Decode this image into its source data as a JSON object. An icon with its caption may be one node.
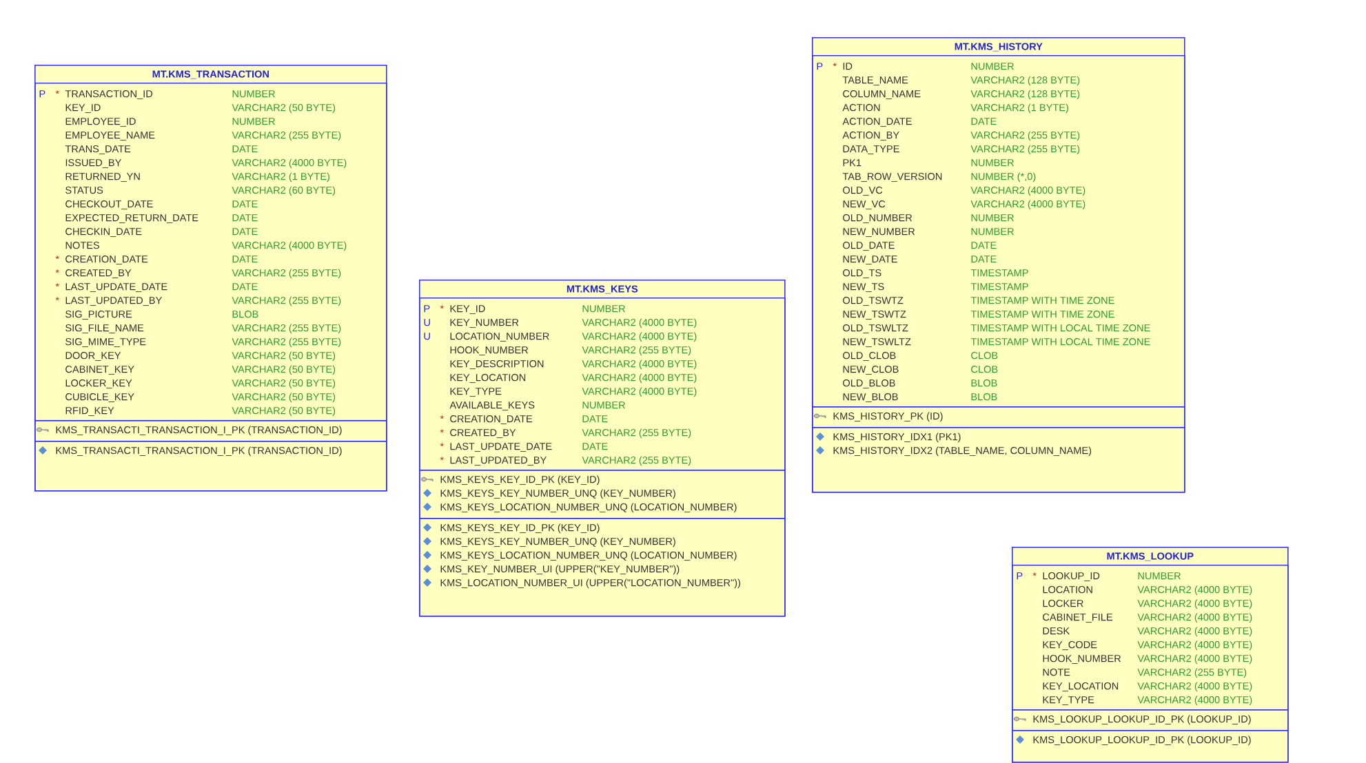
{
  "diagram": {
    "nodes": [
      {
        "text": [
          "MT.KMS_TRANSACTION"
        ]
      },
      {
        "text": [],
        "shape": "box",
        "in": 0
      },
      {
        "text": [
          "*",
          "TRANSACTION_ID",
          "NUMBER"
        ],
        "beside": [
          "P"
        ],
        "in": 1
      },
      {
        "text": [
          "KEY_ID",
          "VARCHAR2 (50 BYTE)"
        ],
        "in": 1
      },
      {
        "text": [
          "EMPLOYEE_ID",
          "NUMBER"
        ],
        "in": 1
      },
      {
        "text": [
          "EMPLOYEE_NAME",
          "VARCHAR2 (255 BYTE)"
        ],
        "in": 1
      },
      {
        "text": [
          "TRANS_DATE",
          "DATE"
        ],
        "in": 1
      },
      {
        "text": [
          "ISSUED_BY",
          "VARCHAR2 (4000 BYTE)"
        ],
        "in": 1
      },
      {
        "text": [
          "RETURNED_YN",
          "VARCHAR2 (1 BYTE)"
        ],
        "in": 1
      },
      {
        "text": [
          "STATUS",
          "VARCHAR2 (60 BYTE)"
        ],
        "in": 1
      },
      {
        "text": [
          "CHECKOUT_DATE",
          "DATE"
        ],
        "in": 1
      },
      {
        "text": [
          "EXPECTED_RETURN_DATE",
          "DATE"
        ],
        "in": 1
      },
      {
        "text": [
          "CHECKIN_DATE",
          "DATE"
        ],
        "in": 1
      },
      {
        "text": [
          "NOTES",
          "VARCHAR2 (4000 BYTE)"
        ],
        "in": 1
      },
      {
        "text": [
          "*",
          "CREATION_DATE",
          "DATE"
        ],
        "in": 1
      },
      {
        "text": [
          "*",
          "CREATED_BY",
          "VARCHAR2 (255 BYTE)"
        ],
        "in": 1
      },
      {
        "text": [
          "*",
          "LAST_UPDATE_DATE",
          "DATE"
        ],
        "in": 1
      },
      {
        "text": [
          "*",
          "LAST_UPDATED_BY",
          "VARCHAR2 (255 BYTE)"
        ],
        "in": 1
      },
      {
        "text": [
          "SIG_PICTURE",
          "BLOB"
        ],
        "in": 1
      },
      {
        "text": [
          "SIG_FILE_NAME",
          "VARCHAR2 (255 BYTE)"
        ],
        "in": 1
      },
      {
        "text": [
          "SIG_MIME_TYPE",
          "VARCHAR2 (255 BYTE)"
        ],
        "in": 1
      },
      {
        "text": [
          "DOOR_KEY",
          "VARCHAR2 (50 BYTE)"
        ],
        "in": 1
      },
      {
        "text": [
          "CABINET_KEY",
          "VARCHAR2 (50 BYTE)"
        ],
        "in": 1
      },
      {
        "text": [
          "LOCKER_KEY",
          "VARCHAR2 (50 BYTE)"
        ],
        "in": 1
      },
      {
        "text": [
          "CUBICLE_KEY",
          "VARCHAR2 (50 BYTE)"
        ],
        "in": 1
      },
      {
        "text": [
          "RFID_KEY",
          "VARCHAR2 (50 BYTE)"
        ],
        "in": 1
      },
      {
        "text": [],
        "shape": "box",
        "in": 0
      },
      {
        "text": [
          "KMS_TRANSACTI_TRANSACTION_I_PK (TRANSACTION_ID)"
        ],
        "in": 26
      },
      {
        "text": [],
        "shape": "box",
        "in": 0
      },
      {
        "text": [
          "KMS_TRANSACTI_TRANSACTION_I_PK (TRANSACTION_ID)"
        ],
        "in": 28
      },
      {
        "text": [
          "MT.KMS_KEYS"
        ]
      },
      {
        "text": [],
        "shape": "box",
        "in": 30
      },
      {
        "text": [
          "*",
          "KEY_ID",
          "NUMBER"
        ],
        "beside": [
          "P"
        ],
        "in": 31
      },
      {
        "text": [
          "KEY_NUMBER",
          "VARCHAR2 (4000 BYTE)"
        ],
        "beside": [
          "U"
        ],
        "in": 31
      },
      {
        "text": [
          "LOCATION_NUMBER",
          "VARCHAR2 (4000 BYTE)"
        ],
        "beside": [
          "U"
        ],
        "in": 31
      },
      {
        "text": [
          "HOOK_NUMBER",
          "VARCHAR2 (255 BYTE)"
        ],
        "in": 31
      },
      {
        "text": [
          "KEY_DESCRIPTION",
          "VARCHAR2 (4000 BYTE)"
        ],
        "in": 31
      },
      {
        "text": [
          "KEY_LOCATION",
          "VARCHAR2 (4000 BYTE)"
        ],
        "in": 31
      },
      {
        "text": [
          "KEY_TYPE",
          "VARCHAR2 (4000 BYTE)"
        ],
        "in": 31
      },
      {
        "text": [
          "AVAILABLE_KEYS",
          "NUMBER"
        ],
        "in": 31
      },
      {
        "text": [
          "*",
          "CREATION_DATE",
          "DATE"
        ],
        "in": 31
      },
      {
        "text": [
          "*",
          "CREATED_BY",
          "VARCHAR2 (255 BYTE)"
        ],
        "in": 31
      },
      {
        "text": [
          "*",
          "LAST_UPDATE_DATE",
          "DATE"
        ],
        "in": 31
      },
      {
        "text": [
          "*",
          "LAST_UPDATED_BY",
          "VARCHAR2 (255 BYTE)"
        ],
        "in": 31
      },
      {
        "text": [],
        "shape": "box",
        "in": 30
      },
      {
        "text": [
          "KMS_KEYS_KEY_ID_PK (KEY_ID)"
        ],
        "in": 44
      },
      {
        "text": [
          "KMS_KEYS_KEY_NUMBER_UNQ (KEY_NUMBER)"
        ],
        "in": 44
      },
      {
        "text": [
          "KMS_KEYS_LOCATION_NUMBER_UNQ (LOCATION_NUMBER)"
        ],
        "in": 44
      },
      {
        "text": [],
        "shape": "box",
        "in": 30
      },
      {
        "text": [
          "KMS_KEYS_KEY_ID_PK (KEY_ID)"
        ],
        "in": 48
      },
      {
        "text": [
          "KMS_KEYS_KEY_NUMBER_UNQ (KEY_NUMBER)"
        ],
        "in": 48
      },
      {
        "text": [
          "KMS_KEYS_LOCATION_NUMBER_UNQ (LOCATION_NUMBER)"
        ],
        "in": 48
      },
      {
        "text": [
          "KMS_KEY_NUMBER_UI (UPPER(\"KEY_NUMBER\"))"
        ],
        "in": 48
      },
      {
        "text": [
          "KMS_LOCATION_NUMBER_UI (UPPER(\"LOCATION_NUMBER\"))"
        ],
        "in": 48
      },
      {
        "text": [
          "MT.KMS_HISTORY"
        ]
      },
      {
        "text": [],
        "shape": "box",
        "in": 54
      },
      {
        "text": [
          "*",
          "ID",
          "NUMBER"
        ],
        "beside": [
          "P"
        ],
        "in": 55
      },
      {
        "text": [
          "TABLE_NAME",
          "VARCHAR2 (128 BYTE)"
        ],
        "in": 55
      },
      {
        "text": [
          "COLUMN_NAME",
          "VARCHAR2 (128 BYTE)"
        ],
        "in": 55
      },
      {
        "text": [
          "ACTION",
          "VARCHAR2 (1 BYTE)"
        ],
        "in": 55
      },
      {
        "text": [
          "ACTION_DATE",
          "DATE"
        ],
        "in": 55
      },
      {
        "text": [
          "ACTION_BY",
          "VARCHAR2 (255 BYTE)"
        ],
        "in": 55
      },
      {
        "text": [
          "DATA_TYPE",
          "VARCHAR2 (255 BYTE)"
        ],
        "in": 55
      },
      {
        "text": [
          "PK1",
          "NUMBER"
        ],
        "in": 55
      },
      {
        "text": [
          "TAB_ROW_VERSION",
          "NUMBER (*,0)"
        ],
        "in": 55
      },
      {
        "text": [
          "OLD_VC",
          "VARCHAR2 (4000 BYTE)"
        ],
        "in": 55
      },
      {
        "text": [
          "NEW_VC",
          "VARCHAR2 (4000 BYTE)"
        ],
        "in": 55
      },
      {
        "text": [
          "OLD_NUMBER",
          "NUMBER"
        ],
        "in": 55
      },
      {
        "text": [
          "NEW_NUMBER",
          "NUMBER"
        ],
        "in": 55
      },
      {
        "text": [
          "OLD_DATE",
          "DATE"
        ],
        "in": 55
      },
      {
        "text": [
          "NEW_DATE",
          "DATE"
        ],
        "in": 55
      },
      {
        "text": [
          "OLD_TS",
          "TIMESTAMP"
        ],
        "in": 55
      },
      {
        "text": [
          "NEW_TS",
          "TIMESTAMP"
        ],
        "in": 55
      },
      {
        "text": [
          "OLD_TSWTZ",
          "TIMESTAMP WITH TIME ZONE"
        ],
        "in": 55
      },
      {
        "text": [
          "NEW_TSWTZ",
          "TIMESTAMP WITH TIME ZONE"
        ],
        "in": 55
      },
      {
        "text": [
          "OLD_TSWLTZ",
          "TIMESTAMP WITH LOCAL TIME ZONE"
        ],
        "in": 55
      },
      {
        "text": [
          "NEW_TSWLTZ",
          "TIMESTAMP WITH LOCAL TIME ZONE"
        ],
        "in": 55
      },
      {
        "text": [
          "OLD_CLOB",
          "CLOB"
        ],
        "in": 55
      },
      {
        "text": [
          "NEW_CLOB",
          "CLOB"
        ],
        "in": 55
      },
      {
        "text": [
          "OLD_BLOB",
          "BLOB"
        ],
        "in": 55
      },
      {
        "text": [
          "NEW_BLOB",
          "BLOB"
        ],
        "in": 55
      },
      {
        "text": [],
        "shape": "box",
        "in": 54
      },
      {
        "text": [
          "KMS_HISTORY_PK (ID)"
        ],
        "in": 81
      },
      {
        "text": [],
        "shape": "box",
        "in": 54
      },
      {
        "text": [
          "KMS_HISTORY_IDX1 (PK1)"
        ],
        "in": 83
      },
      {
        "text": [
          "KMS_HISTORY_IDX2 (TABLE_NAME, COLUMN_NAME)"
        ],
        "in": 83
      },
      {
        "text": [
          "MT.KMS_LOOKUP"
        ]
      },
      {
        "text": [],
        "shape": "box",
        "in": 86
      },
      {
        "text": [
          "*",
          "LOOKUP_ID",
          "NUMBER"
        ],
        "beside": [
          "P"
        ],
        "in": 87
      },
      {
        "text": [
          "LOCATION",
          "VARCHAR2 (4000 BYTE)"
        ],
        "in": 87
      },
      {
        "text": [
          "LOCKER",
          "VARCHAR2 (4000 BYTE)"
        ],
        "in": 87
      },
      {
        "text": [
          "CABINET_FILE",
          "VARCHAR2 (4000 BYTE)"
        ],
        "in": 87
      },
      {
        "text": [
          "DESK",
          "VARCHAR2 (4000 BYTE)"
        ],
        "in": 87
      },
      {
        "text": [
          "KEY_CODE",
          "VARCHAR2 (4000 BYTE)"
        ],
        "in": 87
      },
      {
        "text": [
          "HOOK_NUMBER",
          "VARCHAR2 (4000 BYTE)"
        ],
        "in": 87
      },
      {
        "text": [
          "NOTE",
          "VARCHAR2 (255 BYTE)"
        ],
        "in": 87
      },
      {
        "text": [
          "KEY_LOCATION",
          "VARCHAR2 (4000 BYTE)"
        ],
        "in": 87
      },
      {
        "text": [
          "KEY_TYPE",
          "VARCHAR2 (4000 BYTE)"
        ],
        "in": 87
      },
      {
        "text": [],
        "shape": "box",
        "in": 86
      },
      {
        "text": [
          "KMS_LOOKUP_LOOKUP_ID_PK (LOOKUP_ID)"
        ],
        "in": 98
      },
      {
        "text": [],
        "shape": "box",
        "in": 86
      },
      {
        "text": [
          "KMS_LOOKUP_LOOKUP_ID_PK (LOOKUP_ID)"
        ],
        "in": 100
      }
    ]
  }
}
